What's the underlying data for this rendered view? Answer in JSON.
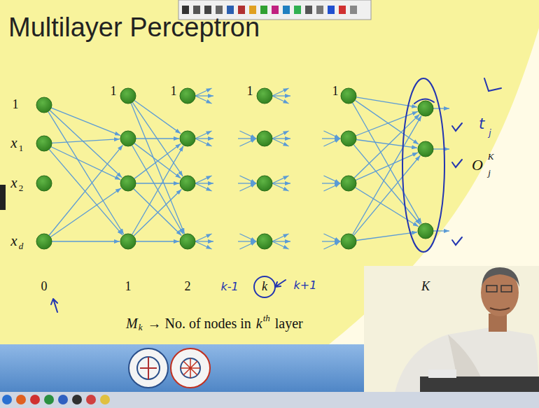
{
  "diagram": {
    "title": "Multilayer Perceptron",
    "labels": [
      "1",
      "x",
      "1",
      "x",
      "2",
      "x",
      "d",
      "1",
      "1",
      "1",
      "1",
      "0",
      "1",
      "2",
      "k",
      "K",
      "k-1",
      "k+1",
      "t",
      "j",
      "O",
      "K",
      "j",
      "M",
      "k",
      "→ No. of nodes in",
      "k",
      "th",
      "layer"
    ]
  }
}
